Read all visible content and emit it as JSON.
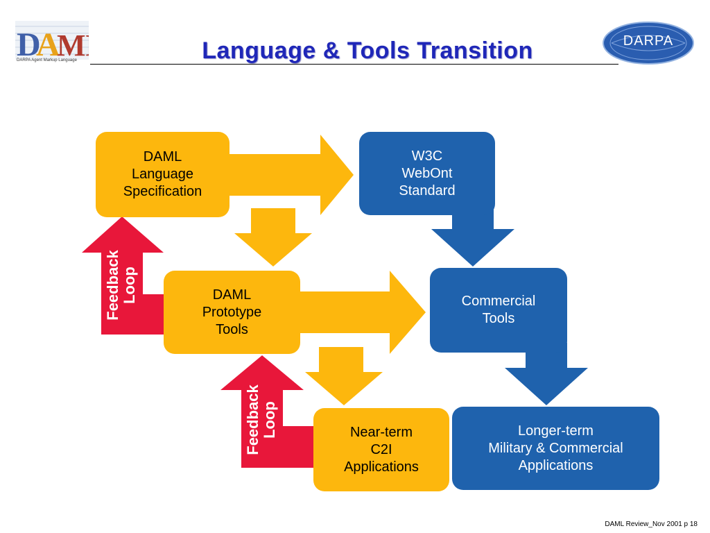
{
  "slide": {
    "title": "Language & Tools Transition",
    "footer": "DAML Review_Nov 2001   p 18"
  },
  "logos": {
    "daml": {
      "letters": "DAML",
      "caption": "DARPA Agent Markup Language"
    },
    "darpa": {
      "text": "DARPA"
    }
  },
  "diagram": {
    "boxes": {
      "daml_language_spec": "DAML\nLanguage\nSpecification",
      "w3c_webont": "W3C\nWebOnt\nStandard",
      "daml_prototype_tools": "DAML\nPrototype\nTools",
      "commercial_tools": "Commercial\nTools",
      "near_term_apps": "Near-term\nC2I\nApplications",
      "longer_term_apps": "Longer-term\nMilitary & Commercial\nApplications"
    },
    "feedback_labels": {
      "upper": "Feedback\nLoop",
      "lower": "Feedback\nLoop"
    }
  },
  "colors": {
    "yellow": "#fdb70d",
    "blue": "#1f62ad",
    "red": "#e8173a",
    "title_blue": "#1f27b8"
  }
}
